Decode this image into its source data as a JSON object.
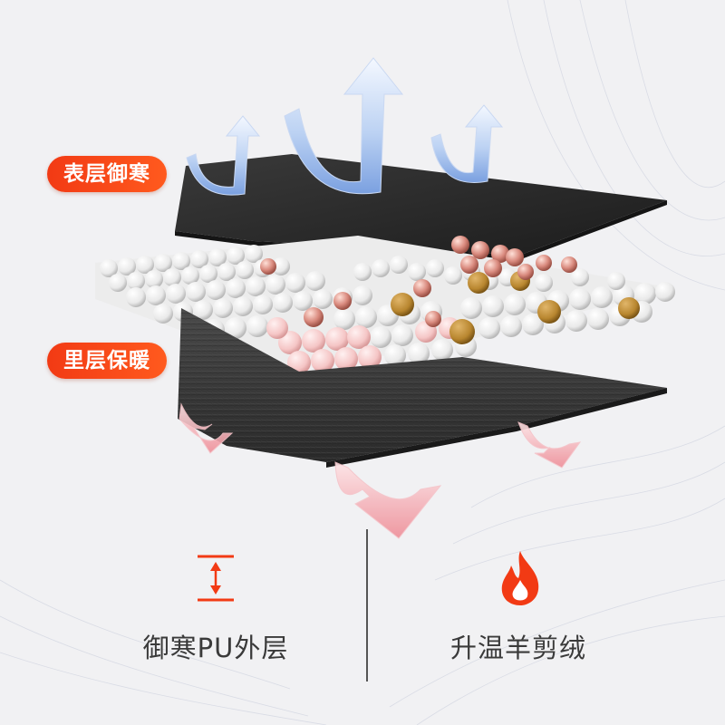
{
  "colors": {
    "accent": "#f23a14",
    "background": "#f1f1f3",
    "layer_dark": "#232323",
    "felt": "#3e3e3e",
    "arrow_blue": "#a9c4ee",
    "arrow_pink": "#f5a6ad"
  },
  "layers": {
    "outer_label": "表层御寒",
    "inner_label": "里层保暖"
  },
  "features": [
    {
      "icon": "thickness-arrows-icon",
      "label": "御寒PU外层"
    },
    {
      "icon": "flame-icon",
      "label": "升温羊剪绒"
    }
  ]
}
